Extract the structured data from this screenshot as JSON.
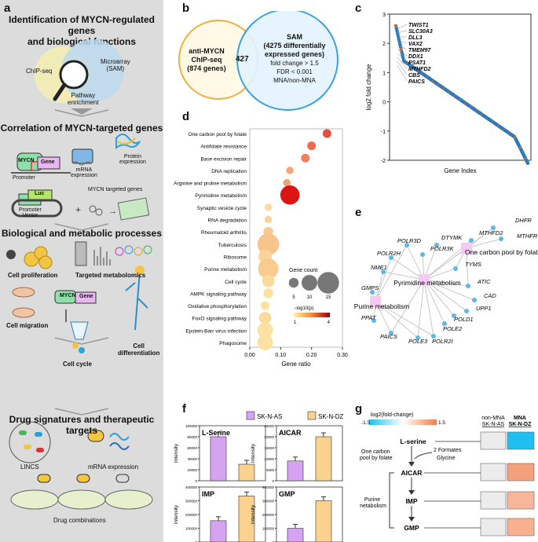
{
  "panels": {
    "a": "a",
    "b": "b",
    "c": "c",
    "d": "d",
    "e": "e",
    "f": "f",
    "g": "g"
  },
  "a": {
    "s1_title_1": "Identification of MYCN-regulated genes",
    "s1_title_2": "and biological functions",
    "chipseq": "ChIP-seq",
    "microarray_1": "Microarray",
    "microarray_2": "(SAM)",
    "pathway_1": "Pathway",
    "pathway_2": "enrichment",
    "s2_title": "Correlation of MYCN-targeted genes",
    "mycn": "MYCN",
    "gene": "Gene",
    "promoter": "Promoter",
    "mrna_1": "mRNA",
    "mrna_2": "expression",
    "protein_1": "Protein",
    "protein_2": "expression",
    "luc": "Luc",
    "promoter_vector_1": "Promoter",
    "promoter_vector_2": "Vector",
    "mycn_targeted": "MYCN targeted genes",
    "s3_title": "Biological and metabolic processes",
    "cell_prolif": "Cell proliferation",
    "targeted_metab": "Targeted metabolomics",
    "cell_migration": "Cell migration",
    "cell_cycle": "Cell cycle",
    "cell_diff_1": "Cell",
    "cell_diff_2": "differentiation",
    "s4_title": "Drug signatures and therapeutic targets",
    "lincs": "LINCS",
    "mrna_expression": "mRNA expression",
    "drug_comb": "Drug combinations"
  },
  "b": {
    "left_1": "anti-MYCN",
    "left_2": "ChIP-seq",
    "left_3": "(874 genes)",
    "overlap": "427",
    "right_1": "SAM",
    "right_2": "(4275 differentially",
    "right_3": "expressed genes)",
    "right_4": "fold change > 1.5",
    "right_5": "FDR < 0.001",
    "right_6": "MNA/non-MNA"
  },
  "chart_c": {
    "type": "scatter",
    "xlabel": "Gene Index",
    "ylabel": "log2 fold change",
    "ylim": [
      -2,
      3
    ],
    "yticks": [
      "3",
      "2",
      "1",
      "0",
      "-1",
      "-2"
    ],
    "labeled_genes": [
      "TWIST1",
      "SLC30A3",
      "DLL3",
      "VAX2",
      "TMEM97",
      "DDX1",
      "PSAT1",
      "MTHFD2",
      "CBS",
      "PAICS"
    ],
    "colors": {
      "all": "#2b7bc0",
      "targets": "#d2692a"
    }
  },
  "chart_data": {
    "type": "scatter",
    "title": "",
    "xlabel": "Gene ratio",
    "xlim": [
      0,
      0.3
    ],
    "xticks": [
      "0.00",
      "0.10",
      "0.20",
      "0.30"
    ],
    "categories": [
      "One carbon pool by folate",
      "Antifolate resistance",
      "Base excision repair",
      "DNA replication",
      "Arginine and proline metabolism",
      "Pyrimidine metabolism",
      "Synaptic vesicle cycle",
      "RNA degradation",
      "Rheumatoid arthritis",
      "Tuberculosis",
      "Ribosome",
      "Purine metabolism",
      "Cell cycle",
      "AMPK signaling pathway",
      "Oxidative phosphorylation",
      "FoxO signaling pathway",
      "Epstein-Barr virus infection",
      "Phagosome"
    ],
    "gene_ratio": [
      0.25,
      0.2,
      0.18,
      0.13,
      0.12,
      0.13,
      0.06,
      0.06,
      0.06,
      0.06,
      0.05,
      0.06,
      0.06,
      0.06,
      0.05,
      0.05,
      0.05,
      0.05
    ],
    "gene_count": [
      4,
      4,
      4,
      3,
      3,
      13,
      3,
      3,
      5,
      15,
      8,
      14,
      7,
      5,
      4,
      7,
      10,
      10
    ],
    "neglog10p": [
      3.2,
      2.8,
      2.5,
      2.0,
      2.1,
      4.0,
      1.3,
      1.4,
      1.5,
      1.6,
      1.4,
      1.5,
      1.3,
      1.2,
      1.2,
      1.3,
      1.2,
      1.2
    ],
    "legend_title": "Gene count",
    "size_legend": [
      "5",
      "10",
      "15"
    ],
    "color_legend_title": "−log10(p)",
    "color_legend": [
      "1",
      "4"
    ]
  },
  "e": {
    "hubs": [
      "Pyrimidine metabolism",
      "Purine metabolism",
      "One carbon pool by folate"
    ],
    "genes": [
      "DHFR",
      "MTHFD2",
      "MTHFR",
      "POLR3D",
      "DTYMK",
      "POLR2H",
      "POLR3K",
      "NME1",
      "TYMS",
      "ATIC",
      "GMPS",
      "CAD",
      "UPP1",
      "PPAT",
      "POLD1",
      "POLE2",
      "PAICS",
      "POLE3",
      "POLR2I"
    ]
  },
  "chart_f": {
    "type": "bar",
    "series_names": [
      "SK-N-AS",
      "SK-N-DZ"
    ],
    "colors": {
      "SK-N-AS": "#d6a2f2",
      "SK-N-DZ": "#f9d28e"
    },
    "ylabel": "Intensity",
    "subplots": [
      {
        "title": "L-Serine",
        "values": [
          80000,
          30000
        ],
        "ylim": [
          0,
          100000
        ],
        "yticks": [
          "100000",
          "80000",
          "60000",
          "40000",
          "20000",
          "0"
        ]
      },
      {
        "title": "AICAR",
        "values": [
          9000,
          20000
        ],
        "ylim": [
          0,
          25000
        ],
        "yticks": [
          "25000",
          "20000",
          "15000",
          "10000",
          "5000",
          "0"
        ]
      },
      {
        "title": "IMP",
        "values": [
          155000,
          335000
        ],
        "ylim": [
          0,
          400000
        ],
        "yticks": [
          "400000",
          "300000",
          "200000",
          "100000",
          "0"
        ]
      },
      {
        "title": "GMP",
        "values": [
          100000,
          300000
        ],
        "ylim": [
          0,
          400000
        ],
        "yticks": [
          "400000",
          "300000",
          "200000",
          "100000",
          "0"
        ]
      }
    ]
  },
  "g": {
    "legend_title": "log2(fold-change)",
    "legend_min": "-1.5",
    "legend_max": "1.5",
    "col1_1": "non-MNA",
    "col1_2": "SK-N-AS",
    "col2_1": "MNA",
    "col2_2": "SK-N-DZ",
    "lserine": "L-serine",
    "one_carbon_1": "One carbon",
    "one_carbon_2": "pool by folate",
    "formates": "2 Formates",
    "glycine": "Glycine",
    "aicar": "AICAR",
    "imp": "IMP",
    "gmp": "GMP",
    "purine_1": "Purine",
    "purine_2": "metabolism",
    "mna_colors": [
      "#1fc0ef",
      "#f5a07c",
      "#f8b699",
      "#f9b08e"
    ],
    "nonmna_color": "#ececec"
  }
}
